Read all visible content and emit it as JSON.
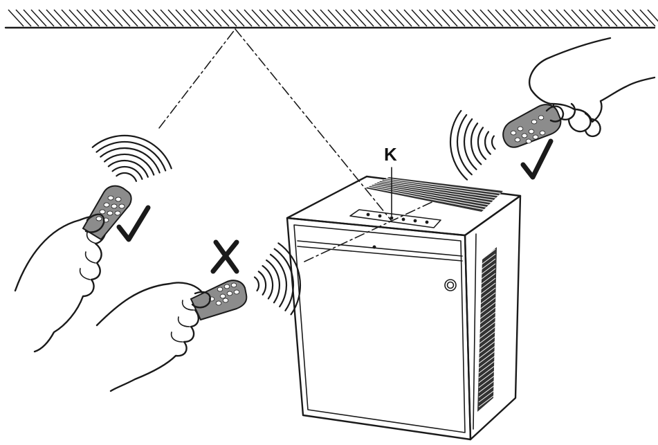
{
  "diagram": {
    "label_k": "K",
    "marks": {
      "correct_left": "check-mark",
      "correct_right": "check-mark",
      "wrong_front": "cross-mark"
    },
    "colors": {
      "ink": "#1a1a1a",
      "remote_body": "#8c8c8c",
      "grille": "#333333",
      "background": "#ffffff"
    }
  }
}
